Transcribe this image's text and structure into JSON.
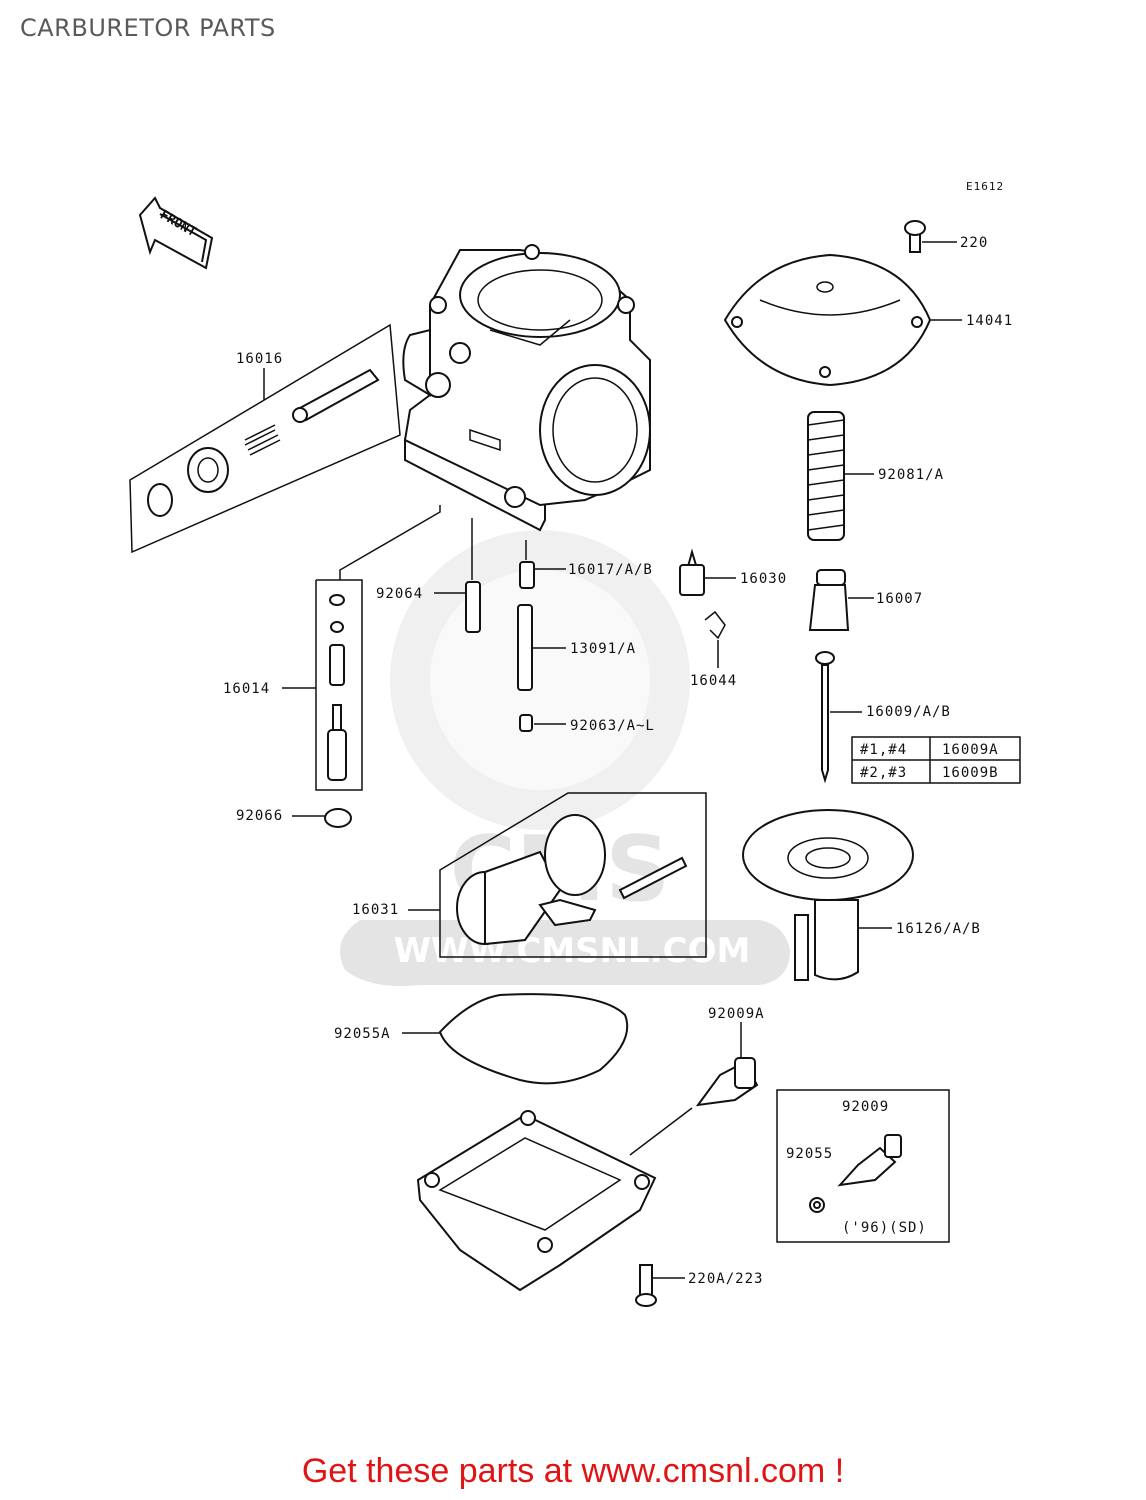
{
  "page": {
    "title": "CARBURETOR PARTS"
  },
  "diagram": {
    "code": "E1612",
    "front_arrow": "FRONT",
    "parts": {
      "p220": "220",
      "p14041": "14041",
      "p92081": "92081/A",
      "p16016": "16016",
      "p16017": "16017/A/B",
      "p16030": "16030",
      "p16007": "16007",
      "p92064": "92064",
      "p13091": "13091/A",
      "p16044": "16044",
      "p16014": "16014",
      "p92063": "92063/A~L",
      "p16009": "16009/A/B",
      "p92066": "92066",
      "p16031": "16031",
      "p16126": "16126/A/B",
      "p92055A": "92055A",
      "p92009A": "92009A",
      "p92009": "92009",
      "p92055": "92055",
      "p96sd": "('96)(SD)",
      "p220A": "220A/223"
    },
    "needle_table": {
      "rows": [
        {
          "cyl": "#1,#4",
          "part": "16009A"
        },
        {
          "cyl": "#2,#3",
          "part": "16009B"
        }
      ]
    }
  },
  "watermark": {
    "text": "WWW.CMSNL.COM",
    "logo": "CMS"
  },
  "promo": {
    "text": "Get these parts at www.cmsnl.com !",
    "color": "#e01414"
  }
}
